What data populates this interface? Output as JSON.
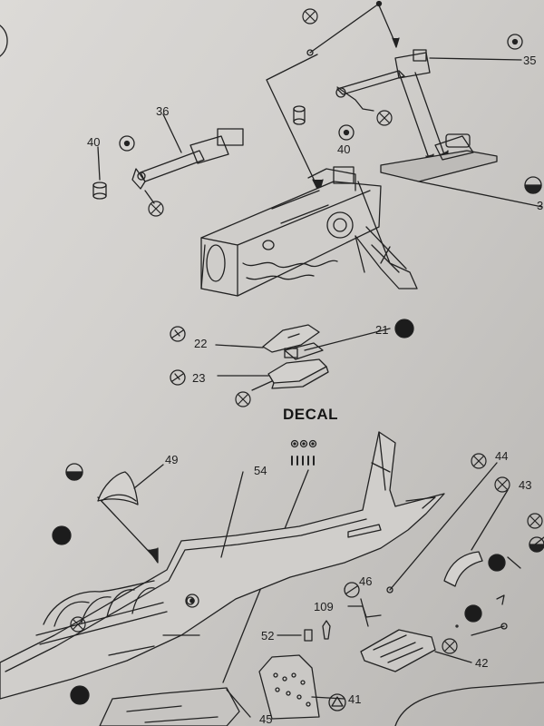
{
  "document": {
    "heading": "DECAL",
    "part_numbers": {
      "p35": "35",
      "p36": "36",
      "p40_left": "40",
      "p40_center": "40",
      "p3": "3",
      "p21": "21",
      "p22": "22",
      "p23": "23",
      "p49": "49",
      "p54": "54",
      "p44": "44",
      "p43": "43",
      "p46": "46",
      "p109": "109",
      "p52": "52",
      "p42": "42",
      "p41": "41",
      "p45": "45"
    }
  }
}
